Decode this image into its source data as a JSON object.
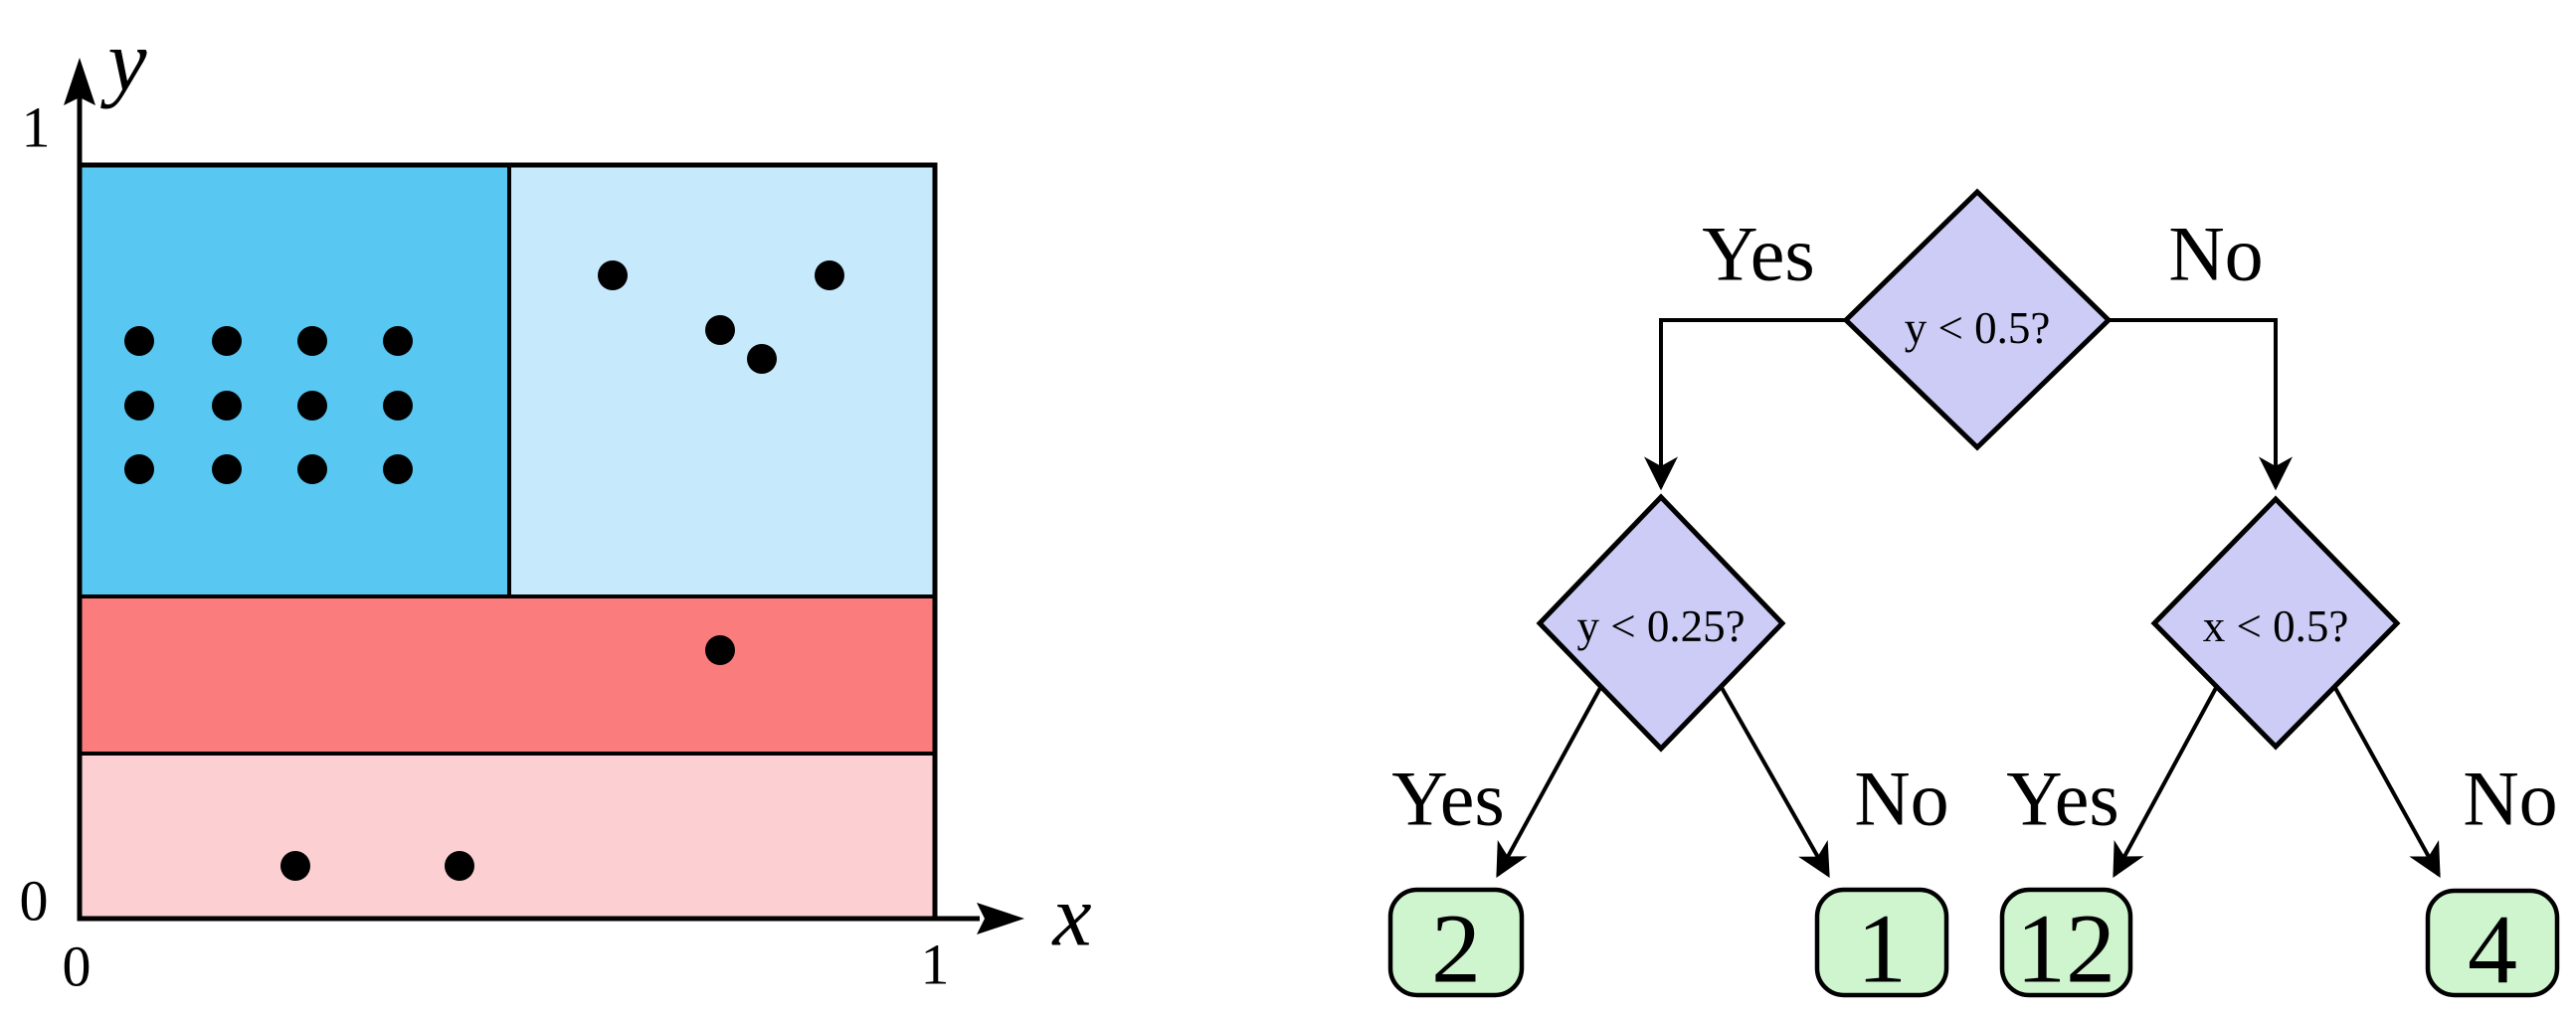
{
  "figure": {
    "description": "Decision tree partition of the unit square with data points (left) and the corresponding decision tree flowchart (right)"
  },
  "plot": {
    "x_axis_label": "x",
    "y_axis_label": "y",
    "ticks": {
      "x0": "0",
      "x1": "1",
      "y0": "0",
      "y1": "1"
    },
    "point_color": "#000000",
    "point_radius": 15,
    "regions": [
      {
        "name": "upper-left (x < 0.5, y > 0.5)",
        "color": "#58C7F1",
        "points_count": 12
      },
      {
        "name": "upper-right (x > 0.5, y > 0.5)",
        "color": "#C6E9FB",
        "points_count": 4
      },
      {
        "name": "middle-band (0.25 < y < 0.5)",
        "color": "#FB7C7C",
        "points_count": 1
      },
      {
        "name": "bottom-band (y < 0.25)",
        "color": "#FCCFD3",
        "points_count": 2
      }
    ],
    "points": {
      "upper_left_grid": [
        [
          140,
          343
        ],
        [
          228,
          343
        ],
        [
          314,
          343
        ],
        [
          400,
          343
        ],
        [
          140,
          408
        ],
        [
          228,
          408
        ],
        [
          314,
          408
        ],
        [
          400,
          408
        ],
        [
          140,
          472
        ],
        [
          228,
          472
        ],
        [
          314,
          472
        ],
        [
          400,
          472
        ]
      ],
      "upper_right": [
        [
          616,
          277
        ],
        [
          834,
          277
        ],
        [
          724,
          332
        ],
        [
          766,
          361
        ]
      ],
      "middle_band": [
        [
          724,
          654
        ]
      ],
      "bottom_band": [
        [
          297,
          871
        ],
        [
          462,
          871
        ]
      ]
    }
  },
  "tree": {
    "node_fill": "#CCCCF6",
    "leaf_fill": "#CFF5CE",
    "nodes": [
      {
        "id": "root",
        "question": "y < 0.5?"
      },
      {
        "id": "left",
        "question": "y < 0.25?"
      },
      {
        "id": "right",
        "question": "x < 0.5?"
      }
    ],
    "branch_labels": [
      {
        "text": "Yes"
      },
      {
        "text": "No"
      },
      {
        "text": "Yes"
      },
      {
        "text": "No"
      },
      {
        "text": "Yes"
      },
      {
        "text": "No"
      }
    ],
    "leaves": [
      {
        "value": "2"
      },
      {
        "value": "1"
      },
      {
        "value": "12"
      },
      {
        "value": "4"
      }
    ],
    "structure": {
      "root": {
        "question": "y < 0.5?",
        "yes": "y < 0.25?",
        "no": "x < 0.5?"
      },
      "y < 0.25?": {
        "yes_leaf": "2",
        "no_leaf": "1"
      },
      "x < 0.5?": {
        "yes_leaf": "12",
        "no_leaf": "4"
      }
    }
  }
}
